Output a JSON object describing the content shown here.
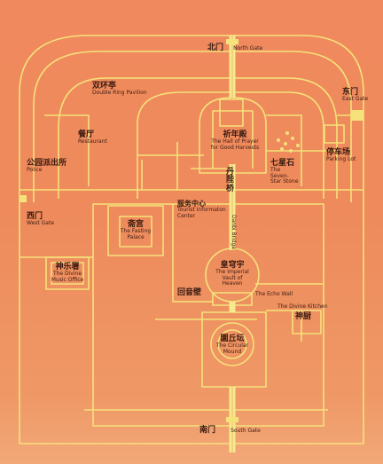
{
  "map": {
    "north_gate": {
      "zh": "北门",
      "en": "North Gate"
    },
    "south_gate": {
      "zh": "南门",
      "en": "South Gate"
    },
    "east_gate": {
      "zh": "东门",
      "en": "East Gate"
    },
    "west_gate": {
      "zh": "西门",
      "en": "West Gate"
    },
    "double_ring": {
      "zh": "双环亭",
      "en": "Double Ring Pavilion"
    },
    "restaurant": {
      "zh": "餐厅",
      "en": "Restaurant"
    },
    "police": {
      "zh": "公园派出所",
      "en": "Police"
    },
    "hall_prayer": {
      "zh": "祈年殿",
      "en1": "The Hall of Prayer",
      "en2": "for Good Harvests"
    },
    "seven_star": {
      "zh": "七星石",
      "en1": "The",
      "en2": "Seven-",
      "en3": "Star Stone"
    },
    "parking": {
      "zh": "停车场",
      "en": "Parking Lot"
    },
    "danbi": {
      "zh": "丹陛桥",
      "en": "Danbi Bridge"
    },
    "tourist": {
      "zh": "服务中心",
      "en1": "Tourist Informaton",
      "en2": "Center"
    },
    "fasting": {
      "zh": "斋宫",
      "en1": "The   Fasting",
      "en2": "Palace"
    },
    "music": {
      "zh": "神乐署",
      "en1": "The Divine",
      "en2": "Music Office"
    },
    "imperial_vault": {
      "zh": "皇穹宇",
      "en1": "The Imperial",
      "en2": "Vault of",
      "en3": "Heaven"
    },
    "echo_wall": {
      "zh": "回音壁",
      "en": "The Echo Wall"
    },
    "divine_kitchen": {
      "zh": "神厨",
      "en": "The Divine Kitchen"
    },
    "circular_mound": {
      "zh": "圜丘坛",
      "en1": "The Circular",
      "en2": "Mound"
    },
    "colors": {
      "background": "#ef8c5e",
      "road": "#f6e27a",
      "main_axis": "#f7ea8c"
    }
  }
}
